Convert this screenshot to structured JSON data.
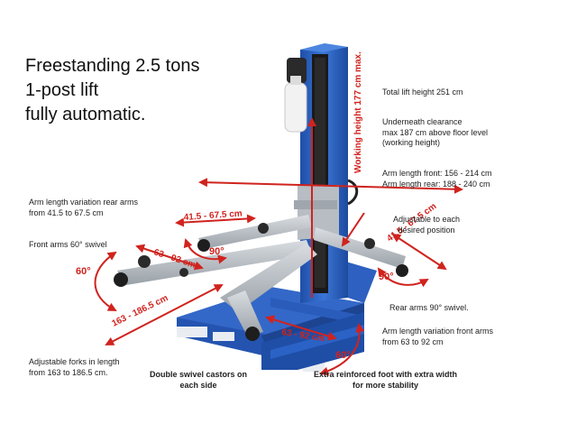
{
  "headline": [
    "Freestanding 2.5 tons",
    "1-post lift",
    "fully automatic."
  ],
  "notes": {
    "total_height": [
      "Total lift height 251 cm"
    ],
    "clearance": [
      "Underneath clearance",
      "max 187 cm above floor level",
      "(working height)"
    ],
    "arm_length": [
      "Arm length front: 156 - 214 cm",
      "Arm length rear: 188 - 240 cm"
    ],
    "rear_arm_variation": [
      "Arm length variation rear arms",
      "from 41.5 to 67.5 cm"
    ],
    "adjustable": [
      "Adjustable to each",
      "desired position"
    ],
    "front_swivel": [
      "Front arms 60° swivel"
    ],
    "rear_swivel": [
      "Rear arms 90° swivel."
    ],
    "front_arm_variation": [
      "Arm length variation front arms",
      "from 63 to 92 cm"
    ],
    "forks": [
      "Adjustable forks in length",
      "from 163 to 186.5 cm."
    ],
    "castors": [
      "Double swivel castors on",
      "each side"
    ],
    "foot": [
      "Extra reinforced foot with extra width",
      "for more stability"
    ]
  },
  "measurements": {
    "working_height": "Working height 177 cm max.",
    "rear_left": "41.5 - 67.5 cm",
    "rear_right": "41.5 - 67.5 cm",
    "front_left": "63 - 92 cm",
    "front_center": "63 - 92 cm",
    "forks": "163 - 186.5 cm",
    "angle_rear_left": "90°",
    "angle_rear_right": "90°",
    "angle_front_left": "60°",
    "angle_front_right": "60°"
  },
  "colors": {
    "column_blue": "#2b63c4",
    "arm_grey": "#b6bcc2",
    "measure_red": "#d0231e"
  }
}
